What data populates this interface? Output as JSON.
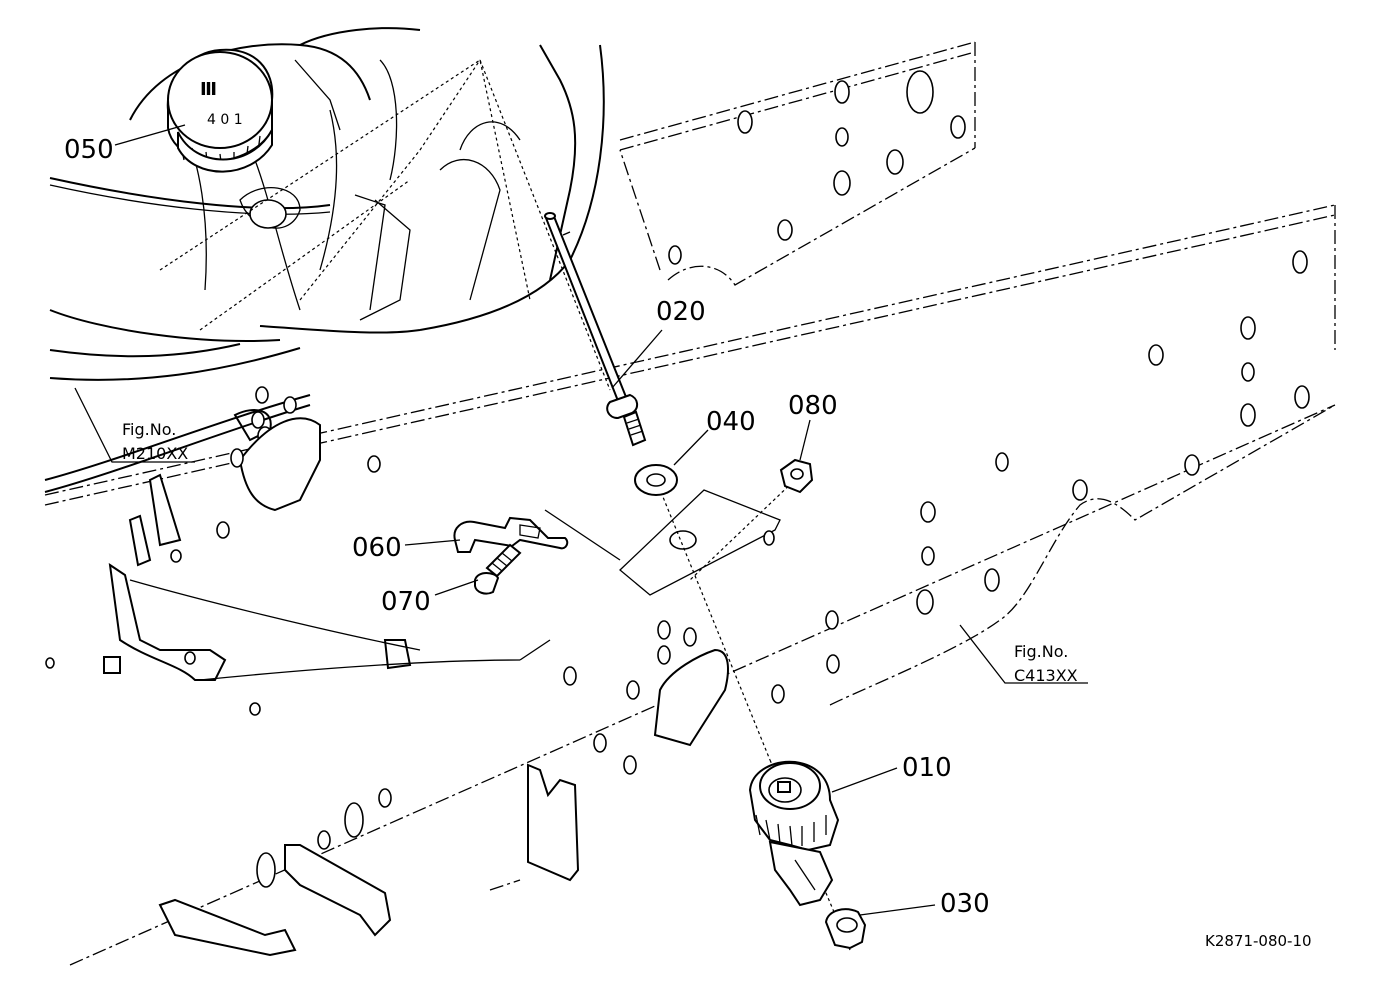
{
  "callouts": {
    "c050": "050",
    "c020": "020",
    "c040": "040",
    "c080": "080",
    "c060": "060",
    "c070": "070",
    "c010": "010",
    "c030": "030"
  },
  "figure_refs": {
    "m210": {
      "label": "Fig.No.",
      "number": "M210XX"
    },
    "c413": {
      "label": "Fig.No.",
      "number": "C413XX"
    }
  },
  "drawing_number": "K2871-080-10"
}
